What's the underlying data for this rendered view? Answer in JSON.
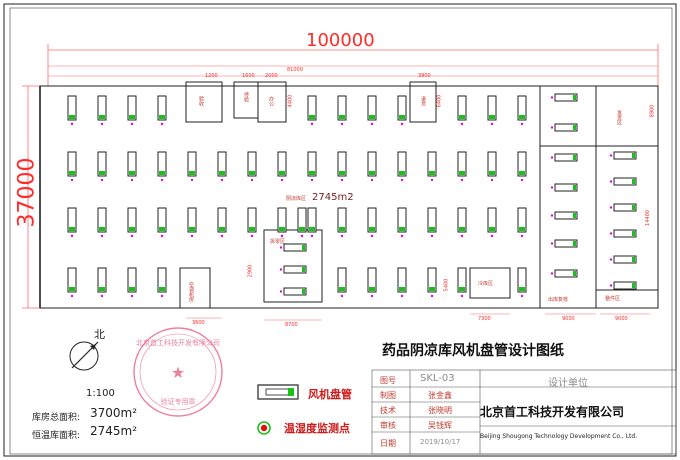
{
  "drawing": {
    "overall_width_dim": "100000",
    "overall_height_dim": "37000",
    "top_dim_small": "81000",
    "area_label": "2745m2",
    "main_title": "药品阴凉库风机盘管设计图纸",
    "north_label": "北",
    "scale": "1:100",
    "stamp_text": "北京首工科技开发有限公司 验证专用章"
  },
  "rooms": {
    "r1": "验收",
    "r2": "待验",
    "r3": "办公",
    "r4": "退货",
    "r5": "阴凉库区",
    "r6": "发货区",
    "r7": "空调机房",
    "r8": "冷库区",
    "r9": "拆零区",
    "r10": "整件区",
    "r11": "出库复核"
  },
  "dims": {
    "d1": "1200",
    "d2": "1600",
    "d3": "2000",
    "d4": "4400",
    "d5": "3900",
    "d6": "6400",
    "d7": "8900",
    "d8": "3600",
    "d9": "9000",
    "d10": "9000",
    "d11": "8700",
    "d12": "7300",
    "d13": "2900",
    "d14": "14400",
    "d15": "5400"
  },
  "legend": {
    "fcu_label": "风机盘管",
    "sensor_label": "温湿度监测点"
  },
  "areas": {
    "total_label": "库房总面积:",
    "total_value": "3700m²",
    "const_label": "恒温库面积:",
    "const_value": "2745m²"
  },
  "title_block": {
    "r1_label": "图号",
    "r1_value": "SKL-03",
    "r2_label": "制图",
    "r2_value": "张金鑫",
    "r3_label": "技术",
    "r3_value": "张晓明",
    "r4_label": "审核",
    "r4_value": "吴钱辉",
    "r5_label": "日期",
    "r5_value": "2019/10/17",
    "unit_header": "设计单位",
    "company_cn": "北京首工科技开发有限公司",
    "company_en": "Beijing Shougong Technology Development Co., Ltd."
  },
  "colors": {
    "wall": "#222222",
    "dimension": "#ff3c3c",
    "unit_outline": "#333333",
    "fcu_accent": "#19c219",
    "sensor_dot": "#d012d0",
    "legend_text": "#d01818"
  }
}
